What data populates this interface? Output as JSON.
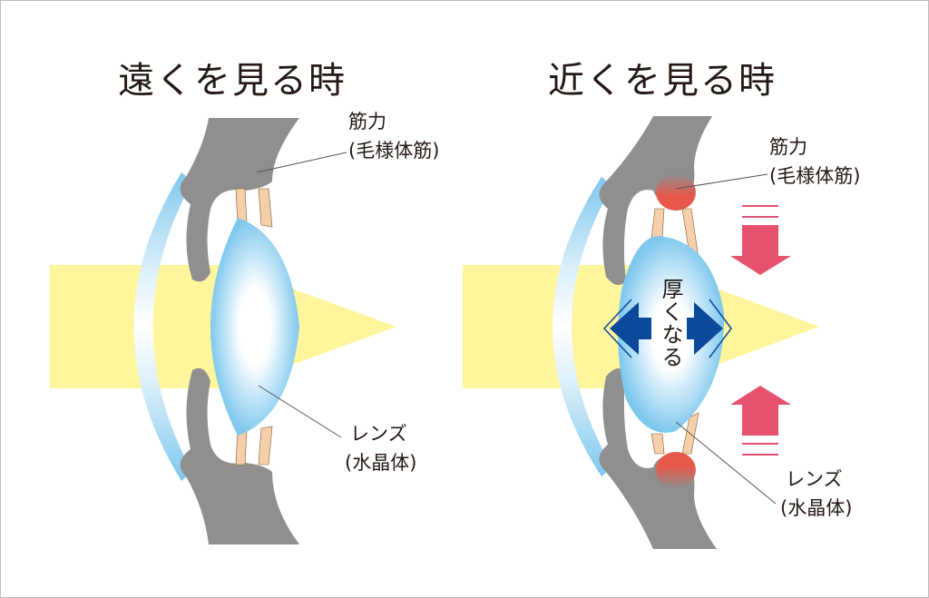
{
  "far": {
    "title": "遠くを見る時",
    "muscle_label": "筋力",
    "muscle_sub": "(毛様体筋)",
    "lens_label": "レンズ",
    "lens_sub": "(水晶体)"
  },
  "near": {
    "title": "近くを見る時",
    "muscle_label": "筋力",
    "muscle_sub": "(毛様体筋)",
    "lens_label": "レンズ",
    "lens_sub": "(水晶体)",
    "thicken_label": "厚くなる"
  },
  "colors": {
    "beam": "#fff59d",
    "tissue": "#8f8f8f",
    "lens": "#7ec8ee",
    "muscle_active": "#e8584a",
    "zonule": "#f5cfa9",
    "force_arrow": "#e6526e",
    "expand_arrow": "#0b4a9b"
  }
}
